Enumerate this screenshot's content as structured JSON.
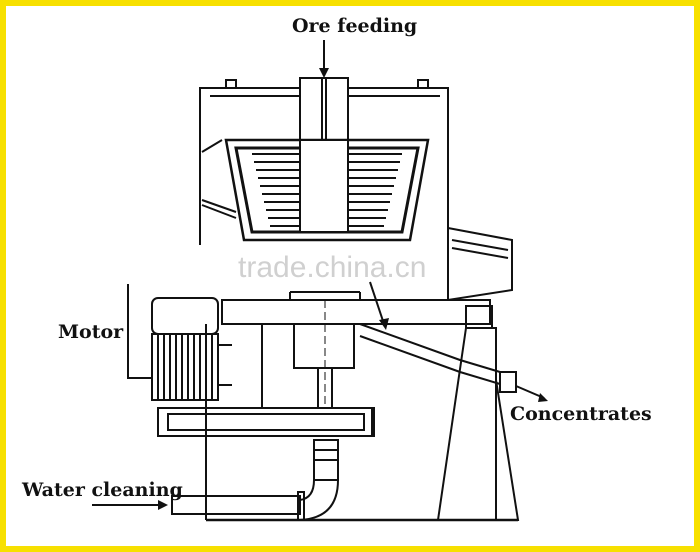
{
  "labels": {
    "ore_feeding": "Ore feeding",
    "motor": "Motor",
    "concentrates": "Concentrates",
    "water_cleaning": "Water cleaning"
  },
  "watermark": "trade.china.cn",
  "colors": {
    "border": "#f7e000",
    "ink": "#111111",
    "background": "#ffffff"
  }
}
